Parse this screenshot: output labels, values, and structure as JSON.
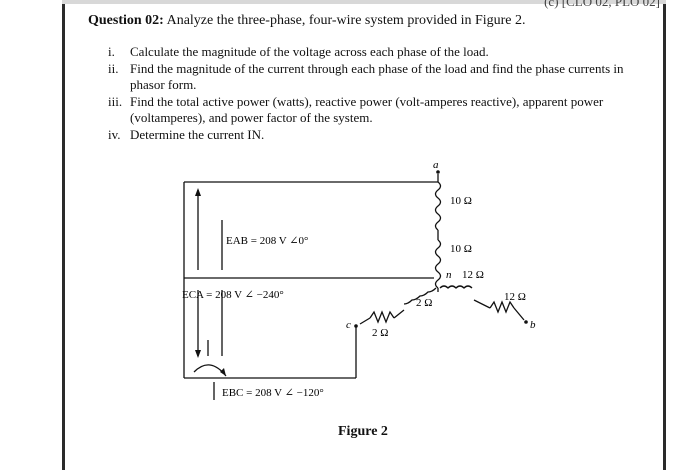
{
  "top_fragment": "(c) [CLO 02, PLO 02]",
  "question": {
    "label": "Question 02:",
    "text": "Analyze the three-phase, four-wire system provided in Figure 2.",
    "items": [
      {
        "num": "i.",
        "text": "Calculate the magnitude of the voltage across each phase of the load."
      },
      {
        "num": "ii.",
        "text": "Find the magnitude of the current through each phase of the load and find the phase currents in phasor form."
      },
      {
        "num": "iii.",
        "text": "Find the total active power (watts), reactive power (volt-amperes reactive), apparent power (voltamperes), and power factor of the system."
      },
      {
        "num": "iv.",
        "text": "Determine the current IN."
      }
    ]
  },
  "figure": {
    "caption": "Figure 2",
    "eab": "EAB = 208 V ∠0°",
    "eca": "ECA = 208 V ∠ −240°",
    "ebc": "EBC = 208 V ∠ −120°",
    "r_a_line": "10 Ω",
    "r_a_load": "10 Ω",
    "r_n_top": "12 Ω",
    "r_n_bottom": "2 Ω",
    "r_c": "2 Ω",
    "r_b": "12 Ω",
    "node_a": "a",
    "node_n": "n",
    "node_c": "c",
    "node_b": "b"
  }
}
